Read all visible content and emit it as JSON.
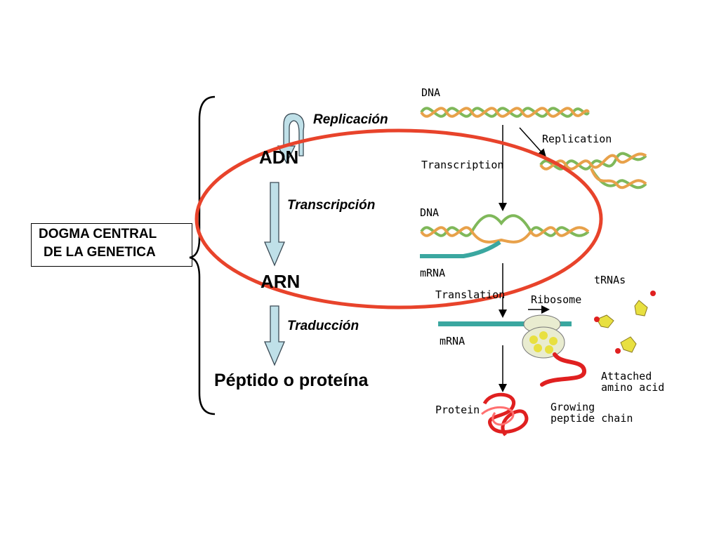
{
  "title_box": {
    "line1": "DOGMA CENTRAL",
    "line2": "DE LA GENETICA"
  },
  "left_flow": {
    "adn": "ADN",
    "arn": "ARN",
    "peptido": "Péptido o proteína",
    "replicacion": "Replicación",
    "transcripcion": "Transcripción",
    "traduccion": "Traducción"
  },
  "illustration": {
    "dna_top": "DNA",
    "replication": "Replication",
    "transcription": "Transcription",
    "dna_mid": "DNA",
    "mrna_mid": "mRNA",
    "translation": "Translation",
    "ribosome": "Ribosome",
    "trnas": "tRNAs",
    "mrna_bottom": "mRNA",
    "attached_1": "Attached",
    "attached_2": "amino acid",
    "protein": "Protein",
    "growing_1": "Growing",
    "growing_2": "peptide chain"
  },
  "colors": {
    "highlight_ellipse": "#e8432b",
    "arrow_fill": "#bfe0e8",
    "dna_green": "#7fb85a",
    "dna_orange": "#e8a14a",
    "mrna_teal": "#3aa7a0",
    "protein_red": "#e02020",
    "ribosome_yellow": "#e8e040"
  }
}
